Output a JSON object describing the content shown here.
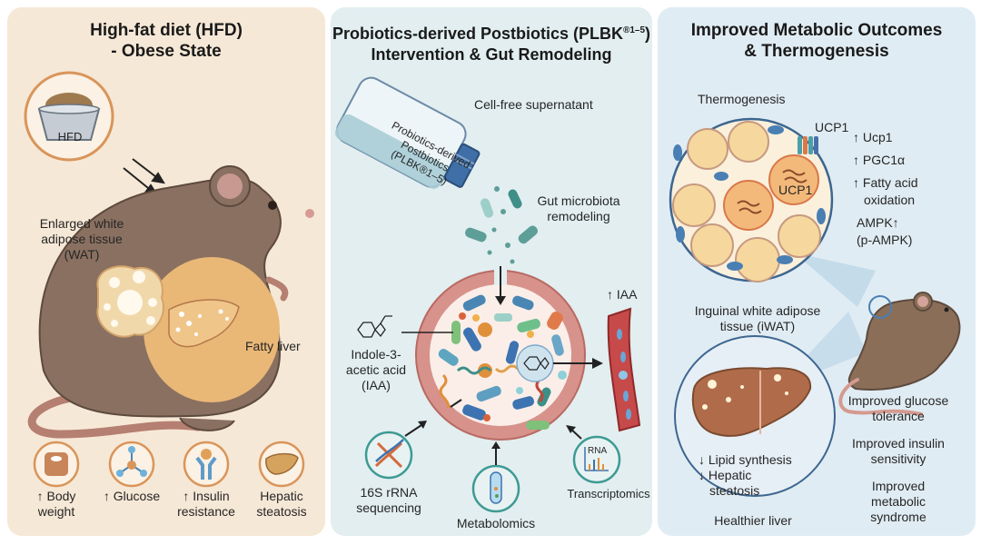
{
  "panels": [
    {
      "title_line1": "High-fat diet (HFD)",
      "title_line2": "- Obese State",
      "bowl_label": "HFD",
      "wat_label_line1": "Enlarged white",
      "wat_label_line2": "adipose tissue",
      "wat_label_line3": "(WAT)",
      "liver_label": "Fatty liver",
      "indicators": [
        {
          "icon": "scale-icon",
          "line1": "↑ Body",
          "line2": "weight"
        },
        {
          "icon": "glucose-molecule-icon",
          "line1": "↑ Glucose",
          "line2": ""
        },
        {
          "icon": "insulin-receptor-icon",
          "line1": "↑ Insulin",
          "line2": "resistance"
        },
        {
          "icon": "fatty-liver-icon",
          "line1": "Hepatic",
          "line2": "steatosis"
        }
      ]
    },
    {
      "title_line1": "Probiotics-derived Postbiotics (PLBK",
      "title_sup": "®1–5",
      "title_close": ")",
      "title_line2": "Intervention & Gut Remodeling",
      "bottle_line1": "Probiotics-derived",
      "bottle_line2": "Postbiotics",
      "bottle_line3": "(PLBK®1–5)",
      "supernatant_label": "Cell-free supernatant",
      "microbiota_line1": "Gut microbiota",
      "microbiota_line2": "remodeling",
      "iaa_line1": "Indole-3-",
      "iaa_line2": "acetic acid",
      "iaa_line3": "(IAA)",
      "iaa_up": "↑ IAA",
      "methods": [
        {
          "icon": "dna-icon",
          "line1": "16S rRNA",
          "line2": "sequencing"
        },
        {
          "icon": "test-tube-icon",
          "line1": "Metabolomics",
          "line2": ""
        },
        {
          "icon": "rna-chart-icon",
          "line1": "Transcriptomics",
          "line2": "",
          "badge": "RNA"
        }
      ]
    },
    {
      "title_line1": "Improved Metabolic Outcomes",
      "title_line2": "& Thermogenesis",
      "thermo_label": "Thermogenesis",
      "ucp1_channel": "UCP1",
      "ucp1_cell": "UCP1",
      "markers": [
        "↑ Ucp1",
        "↑ PGC1α",
        "↑ Fatty acid",
        "oxidation",
        "AMPK↑",
        "(p-AMPK)"
      ],
      "iwat_line1": "Inguinal white adipose",
      "iwat_line2": "tissue (iWAT)",
      "liver_effects": [
        "↓ Lipid synthesis",
        "↓ Hepatic",
        "steatosis"
      ],
      "healthier_liver": "Healthier liver",
      "outcomes": [
        {
          "line1": "Improved glucose",
          "line2": "tolerance",
          "line3": ""
        },
        {
          "line1": "Improved insulin",
          "line2": "sensitivity",
          "line3": ""
        },
        {
          "line1": "Improved",
          "line2": "metabolic",
          "line3": "syndrome"
        }
      ]
    }
  ],
  "colors": {
    "panel1_bg": "#f6e8d6",
    "panel2_bg": "#e2eef0",
    "panel3_bg": "#e0ecf3",
    "mouse_brown": "#8a7060",
    "orange_ring": "#d9955a",
    "teal_ring": "#3d9a94",
    "navy_ring": "#3d6690"
  }
}
